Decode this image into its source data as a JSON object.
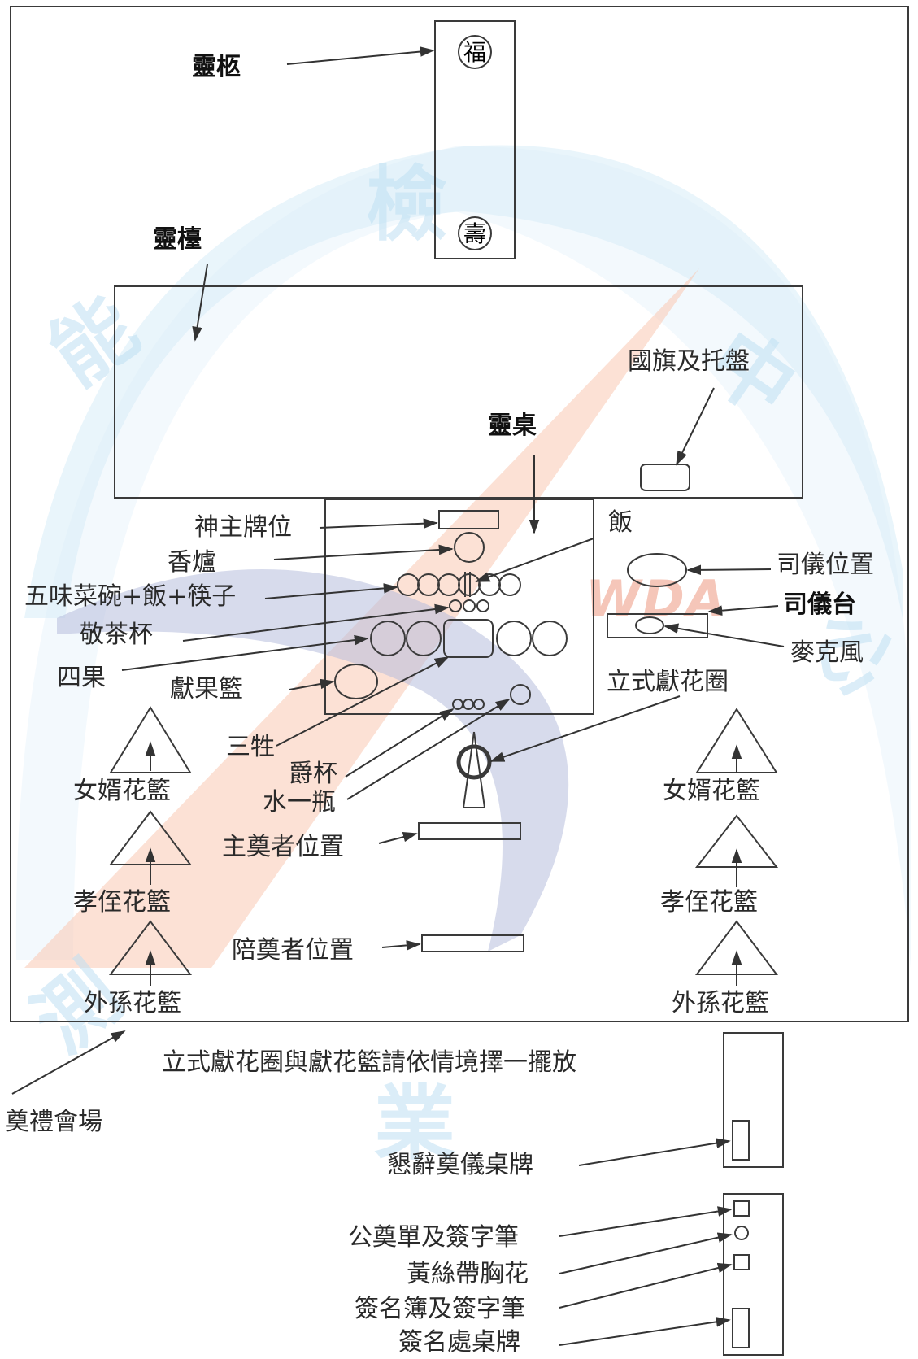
{
  "watermarks": [
    "能",
    "檢",
    "測",
    "中",
    "心",
    "業",
    "WDA"
  ],
  "seals": {
    "top": "福",
    "bottom": "壽"
  },
  "labels": {
    "coffin": "靈柩",
    "altar": "靈檯",
    "flag_tray": "國旗及托盤",
    "spirit_table": "靈桌",
    "tablet": "神主牌位",
    "rice": "飯",
    "incense": "香爐",
    "mc_position": "司儀位置",
    "five_dishes": "五味菜碗+飯+筷子",
    "mc_stand": "司儀台",
    "tea_cups": "敬茶杯",
    "microphone": "麥克風",
    "four_fruits": "四果",
    "fruit_basket": "獻果籃",
    "standing_wreath": "立式獻花圈",
    "three_offerings": "三牲",
    "wine_cups": "爵杯",
    "water": "水一瓶",
    "son_in_law_left": "女婿花籃",
    "son_in_law_right": "女婿花籃",
    "nephew_left": "孝侄花籃",
    "nephew_right": "孝侄花籃",
    "chief_mourner": "主奠者位置",
    "accompanying": "陪奠者位置",
    "grandson_left": "外孫花籃",
    "grandson_right": "外孫花籃",
    "note": "立式獻花圈與獻花籃請依情境擇一擺放",
    "venue": "奠禮會場",
    "decline_sign": "懇辭奠儀桌牌",
    "form_pen": "公奠單及簽字筆",
    "ribbon": "黃絲帶胸花",
    "guestbook": "簽名簿及簽字筆",
    "signin_sign": "簽名處桌牌"
  },
  "colors": {
    "line": "#3a3a3a",
    "watermark_blue": "#c9e4f5",
    "watermark_orange": "#f7cbb8",
    "watermark_navy": "#b7bfdc"
  }
}
